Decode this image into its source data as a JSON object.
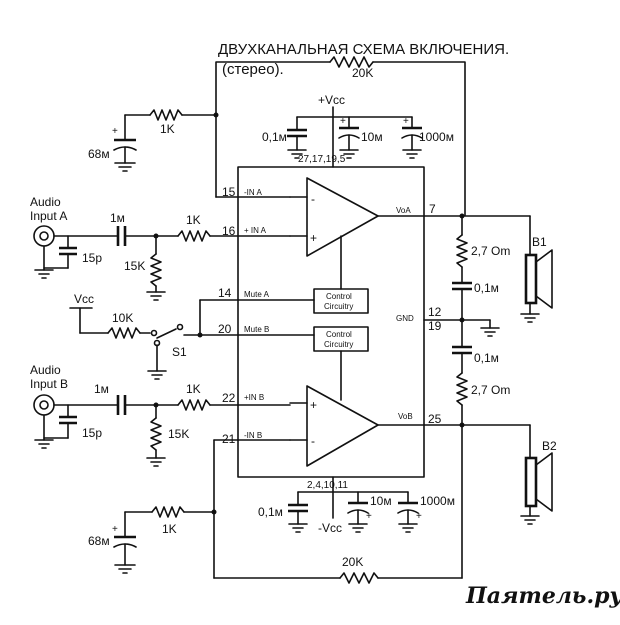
{
  "title_line1": "ДВУХКАНАЛЬНАЯ СХЕМА ВКЛЮЧЕНИЯ.",
  "title_line2": "(стерео).",
  "watermark": "Паятель.ру",
  "top": {
    "vcc": "+Vcc",
    "pins": "27,17,19,5",
    "cap1": "0,1м",
    "cap2": "10м",
    "cap3": "1000м",
    "feedback_res": "20K"
  },
  "bottom": {
    "vcc": "-Vcc",
    "pins": "2,4,10,11",
    "cap1": "0,1м",
    "cap2": "10м",
    "cap3": "1000м",
    "feedback_res": "20K"
  },
  "channel_a": {
    "input_label_1": "Audio",
    "input_label_2": "Input A",
    "coupling_cap": "1м",
    "filter_cap": "15р",
    "series_res": "1K",
    "shunt_res": "15K",
    "bias_res": "1K",
    "bias_cap": "68м",
    "pin_in_minus": "15",
    "pin_in_plus": "16",
    "label_in_minus": "-IN A",
    "label_in_plus": "+ IN A",
    "out_label": "VoA",
    "out_pin": "7",
    "zobel_res": "2,7 Om",
    "zobel_cap": "0,1м",
    "speaker": "B1"
  },
  "channel_b": {
    "input_label_1": "Audio",
    "input_label_2": "Input B",
    "coupling_cap": "1м",
    "filter_cap": "15р",
    "series_res": "1K",
    "shunt_res": "15K",
    "bias_res": "1K",
    "bias_cap": "68м",
    "pin_in_plus": "22",
    "pin_in_minus": "21",
    "label_in_plus": "+IN B",
    "label_in_minus": "-IN B",
    "out_label": "VoB",
    "out_pin": "25",
    "zobel_res": "2,7 Om",
    "zobel_cap": "0,1м",
    "speaker": "B2"
  },
  "mute": {
    "vcc": "Vcc",
    "res": "10K",
    "switch": "S1",
    "pin_a": "14",
    "label_a": "Mute A",
    "pin_b": "20",
    "label_b": "Mute B",
    "ctrl_line1": "Control",
    "ctrl_line2": "Circuitry"
  },
  "gnd": {
    "label": "GND",
    "pin_1": "12",
    "pin_2": "19"
  }
}
